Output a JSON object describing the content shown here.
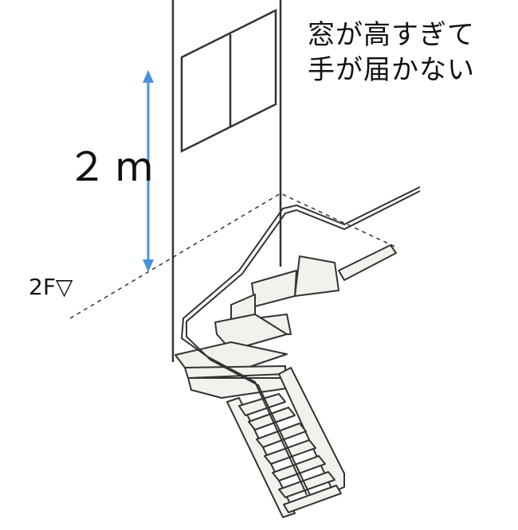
{
  "caption": {
    "line1": "窓が高すぎて",
    "line2": "手が届かない"
  },
  "dimension_label": "２m",
  "floor_label": "2F▽",
  "colors": {
    "arrow": "#4a90e2",
    "line": "#333333",
    "stair_fill": "#f3f1ec"
  }
}
